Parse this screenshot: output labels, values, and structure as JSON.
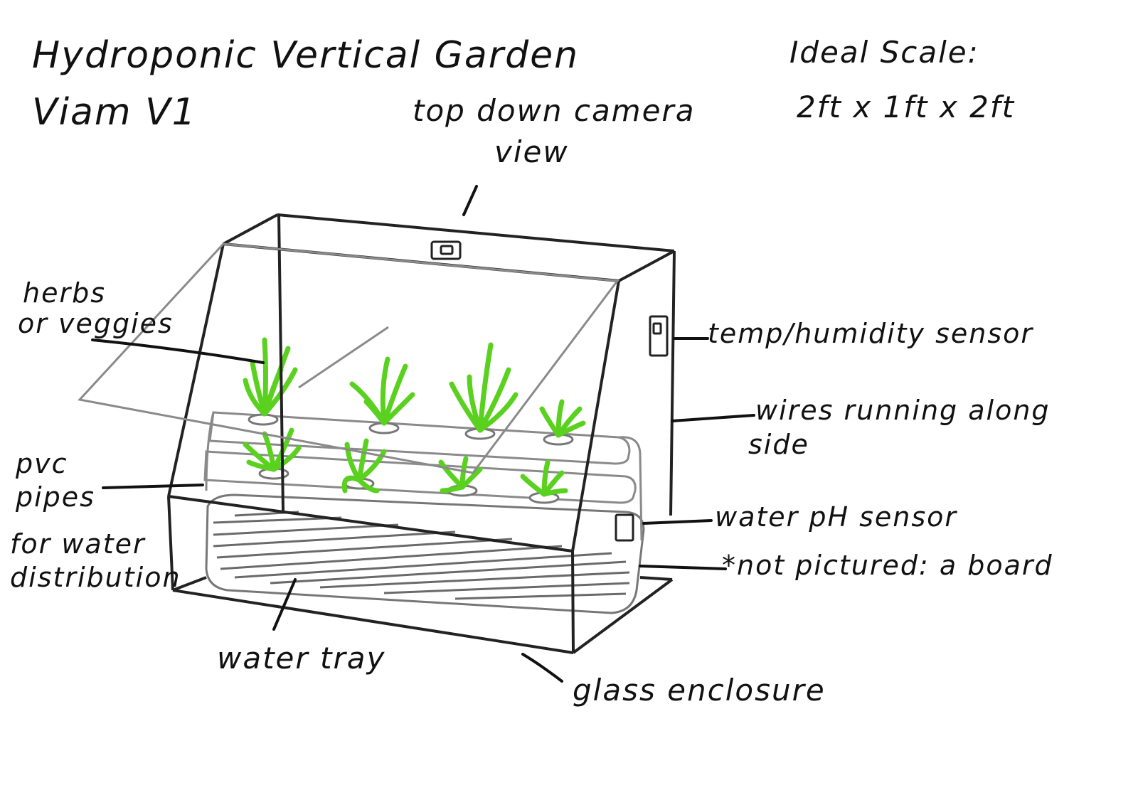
{
  "title": {
    "line1": "Hydroponic Vertical Garden",
    "line2": "Viam V1"
  },
  "scale": {
    "line1": "Ideal Scale:",
    "line2": "2ft x 1ft x 2ft"
  },
  "labels": {
    "camera_line1": "top down camera",
    "camera_line2": "view",
    "herbs_line1": "herbs",
    "herbs_line2": "or veggies",
    "temp_sensor": "temp/humidity sensor",
    "wires_line1": "wires running along",
    "wires_line2": "side",
    "pvc_line1": "pvc",
    "pvc_line2": "pipes",
    "pvc_line3": "for water",
    "pvc_line4": "distribution",
    "ph_sensor": "water pH sensor",
    "not_pictured": "*not pictured: a board",
    "water_tray": "water tray",
    "glass_enclosure": "glass enclosure"
  },
  "colors": {
    "ink": "#111111",
    "plant": "#5ad11f",
    "plant_dark": "#3fb80f",
    "glass": "#8a8a8a",
    "tray_hatch": "#6a6a6a"
  }
}
